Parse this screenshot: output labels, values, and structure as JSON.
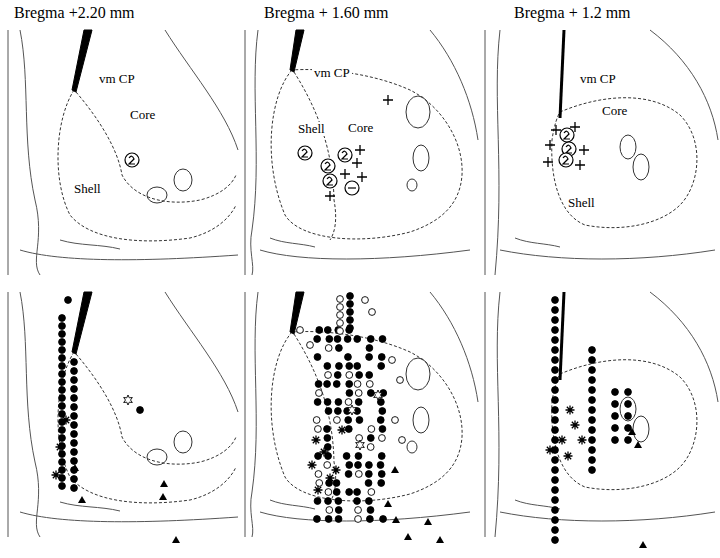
{
  "diagram": {
    "labels": [
      "Bregma +2.20 mm",
      "vm CP",
      "Core",
      "Shell",
      "Bregma + 1.60 mm",
      "vm CP",
      "Shell",
      "Core",
      "Bregma + 1.2 mm",
      "vm CP",
      "Core",
      "Shell"
    ]
  }
}
